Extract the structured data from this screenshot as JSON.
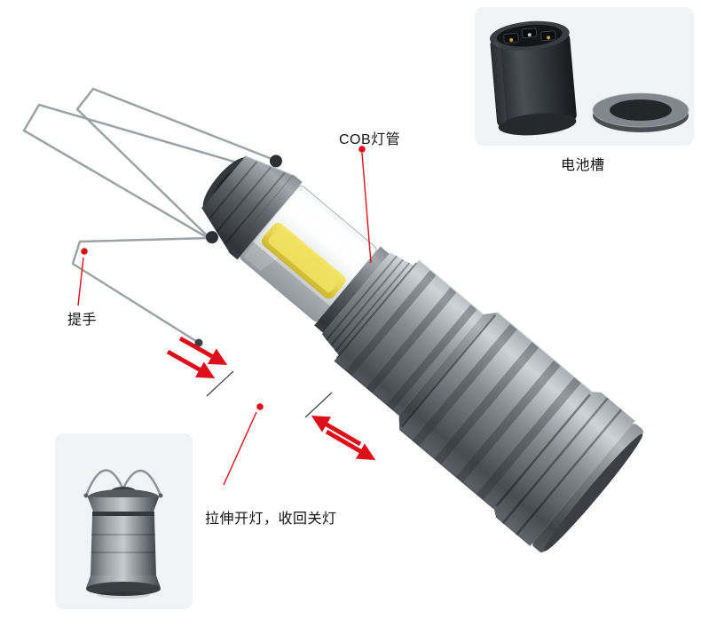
{
  "page": {
    "background_color": "#ffffff"
  },
  "annotations": {
    "cob_tube_label": "COB灯管",
    "battery_slot_label": "电池槽",
    "handle_label": "提手",
    "pull_instruction_label": "拉伸开灯，收回关灯"
  },
  "colors": {
    "accent_red": "#dd0f18",
    "metal_light": "#cfd4d8",
    "metal_mid": "#868d93",
    "metal_dark": "#4a4f54",
    "cob_yellow": "#e8d44c",
    "wire_gray": "#9ea2a6",
    "inset_background": "#f2f3f4"
  },
  "figures": {
    "main": "extended-lantern-photo",
    "top_right_inset": "battery-compartment-photo",
    "bottom_left_inset": "collapsed-lantern-photo",
    "arrow_sets": "red-slide-direction-arrows",
    "markers": "red-annotation-dots"
  }
}
